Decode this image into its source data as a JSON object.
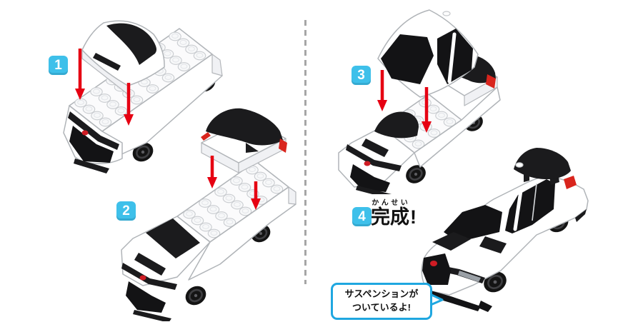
{
  "steps": [
    {
      "number": "1"
    },
    {
      "number": "2"
    },
    {
      "number": "3"
    },
    {
      "number": "4"
    }
  ],
  "completion": {
    "kanji": [
      "完",
      "成"
    ],
    "furigana": [
      "かん",
      "せい"
    ],
    "exclamation": "!"
  },
  "speech_bubble": {
    "lines": [
      "サスペンションが",
      "ついているよ!"
    ]
  },
  "colors": {
    "badge_blue": "#3ec0ea",
    "arrow_red": "#e60012",
    "bubble_border_blue": "#1fa7e0",
    "taillight_red": "#d9251d",
    "logo_red": "#cf1c24",
    "window_black": "#1b1b1d",
    "divider_gray": "#a6a6a6",
    "body_white": "#ffffff"
  }
}
